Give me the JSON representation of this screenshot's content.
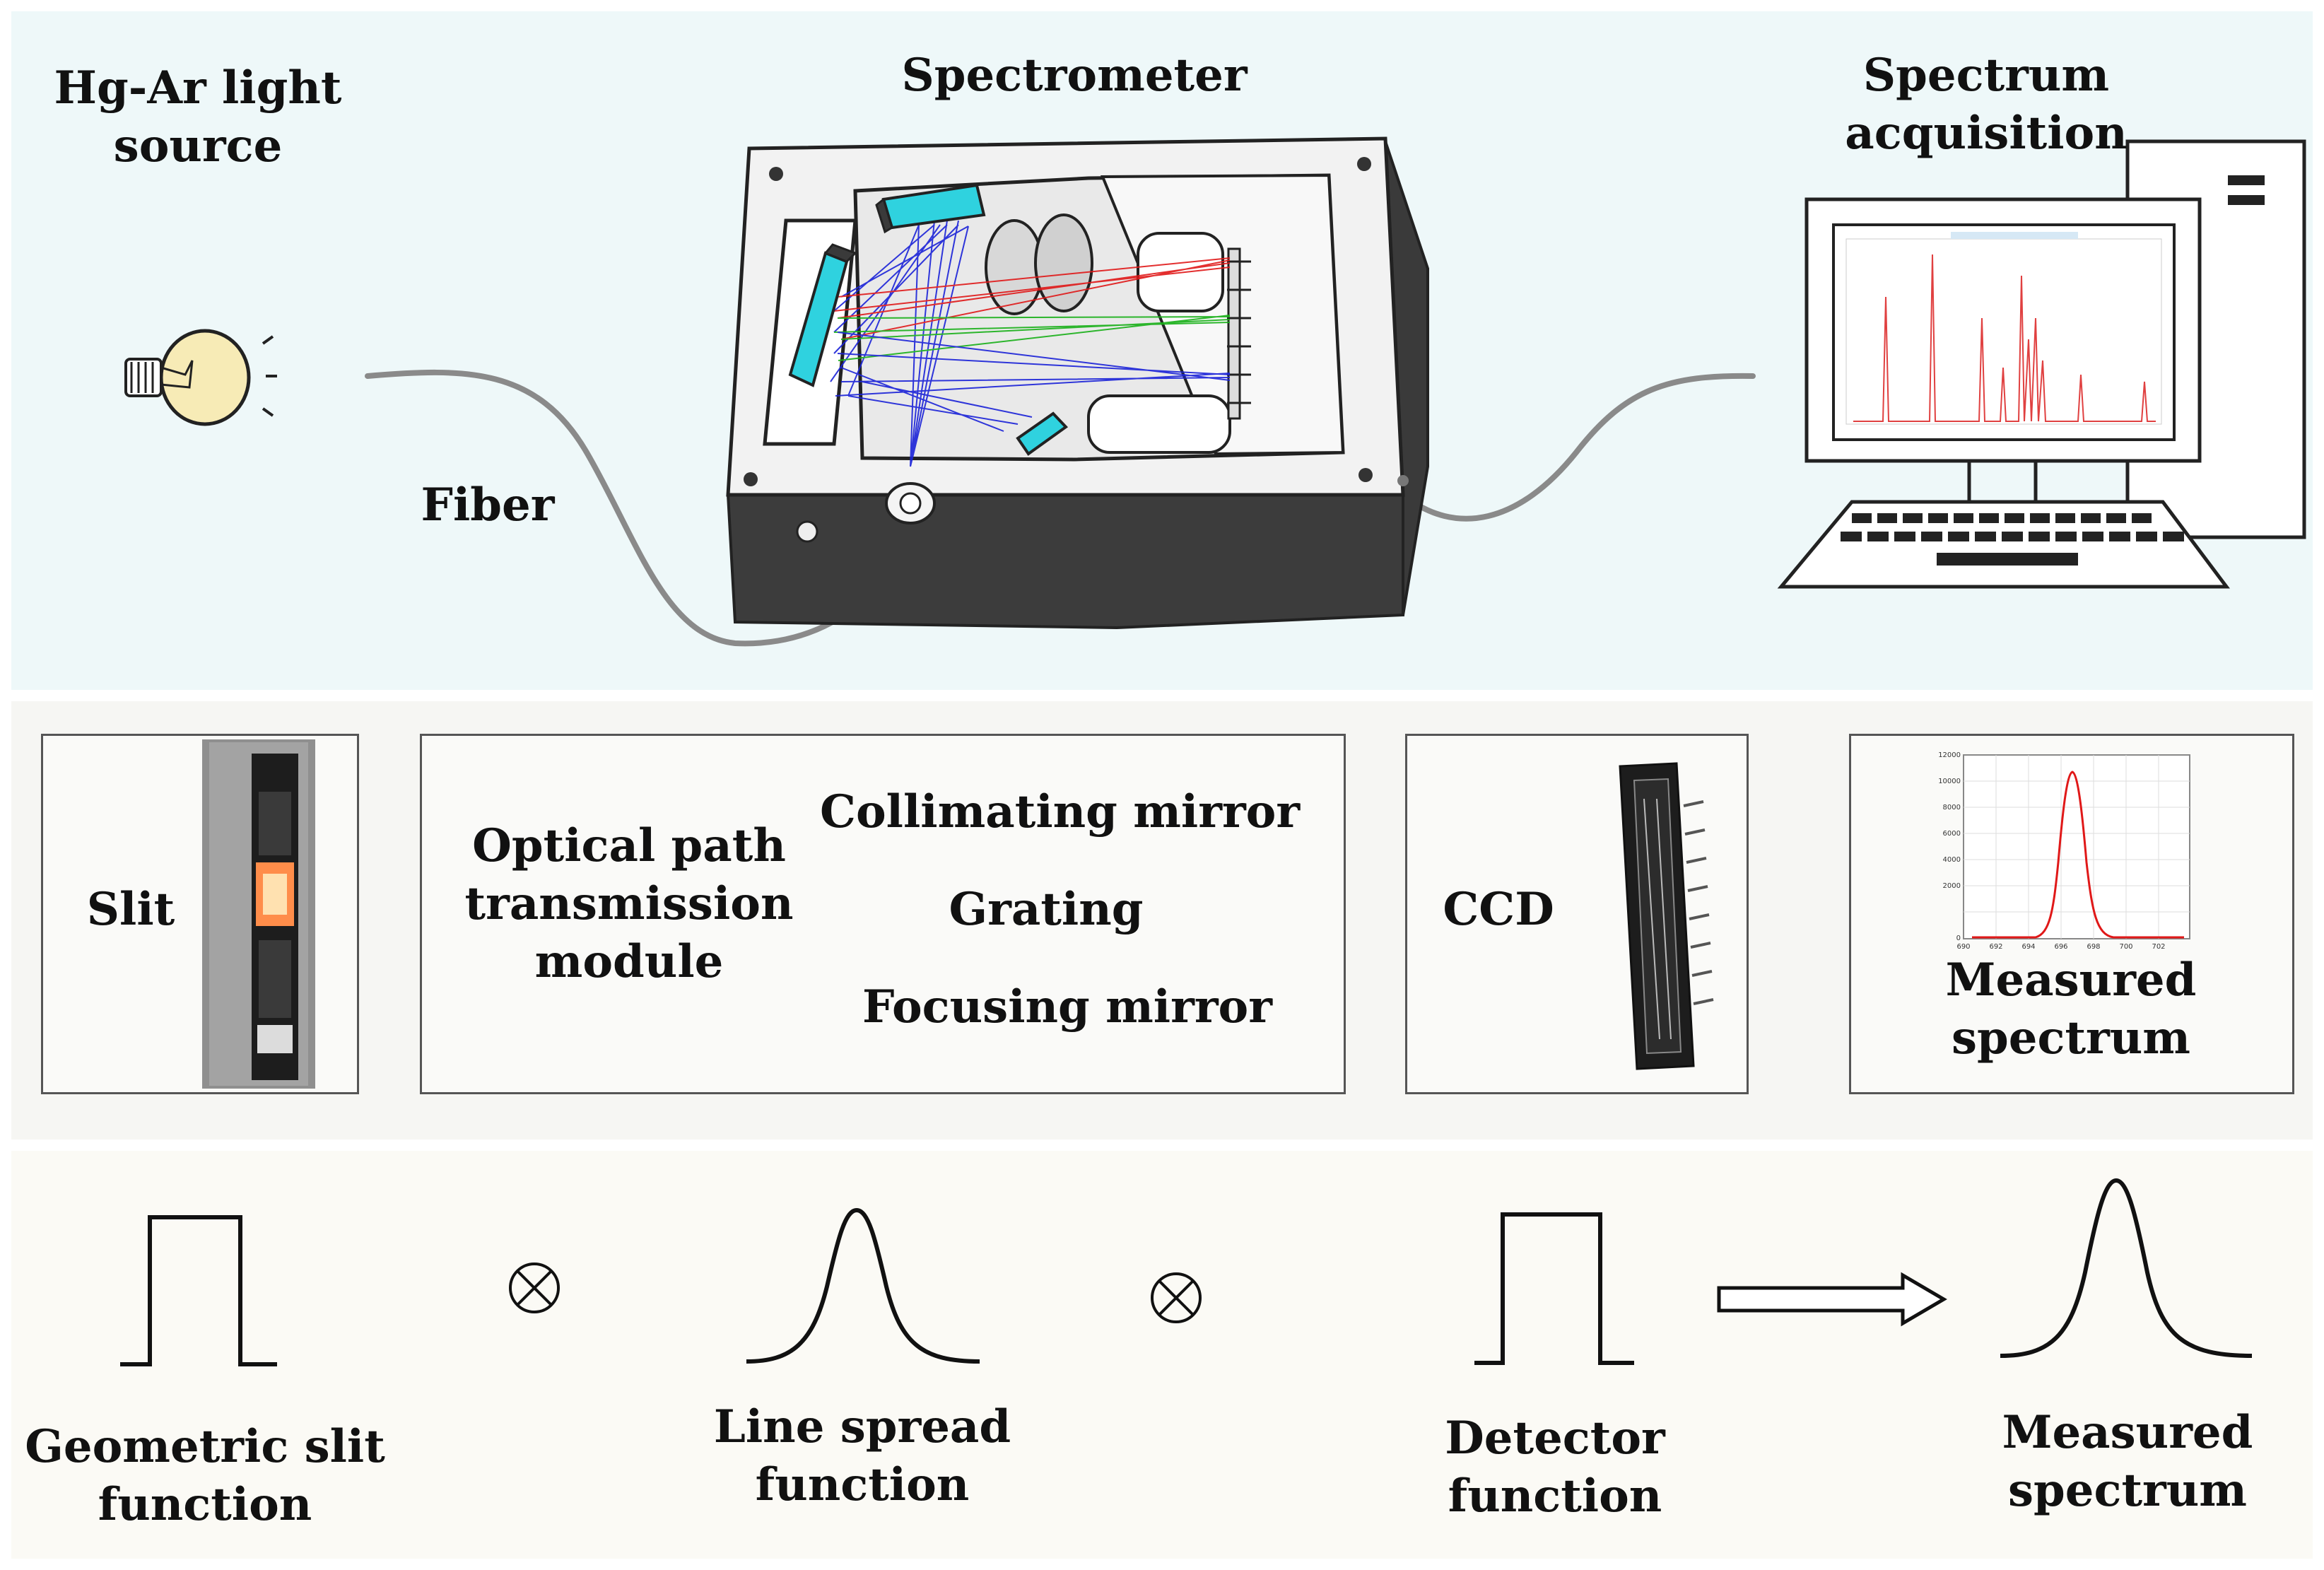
{
  "top": {
    "light_source_line1": "Hg-Ar light",
    "light_source_line2": "source",
    "spectrometer": "Spectrometer",
    "acquisition_line1": "Spectrum",
    "acquisition_line2": "acquisition",
    "fiber": "Fiber"
  },
  "middle": {
    "slit": "Slit",
    "optical_line1": "Optical path",
    "optical_line2": "transmission",
    "optical_line3": "module",
    "collimating": "Collimating mirror",
    "grating": "Grating",
    "focusing": "Focusing mirror",
    "ccd": "CCD",
    "measured_line1": "Measured",
    "measured_line2": "spectrum",
    "mini_chart": {
      "y_ticks": [
        "12000",
        "10000",
        "8000",
        "6000",
        "4000",
        "2000",
        "0"
      ],
      "x_ticks": [
        "690",
        "692",
        "694",
        "696",
        "698",
        "700",
        "702"
      ]
    }
  },
  "bottom": {
    "geo_line1": "Geometric slit",
    "geo_line2": "function",
    "lsf_line1": "Line spread",
    "lsf_line2": "function",
    "det_line1": "Detector",
    "det_line2": "function",
    "meas_line1": "Measured",
    "meas_line2": "spectrum",
    "operator": "⊗"
  },
  "colors": {
    "ray_red": "#e01818",
    "ray_green": "#18b018",
    "ray_blue": "#1a22d8",
    "mirror_cyan": "#2fd2df",
    "fiber": "#8a8a8a",
    "spectrum_line": "#e04040"
  }
}
